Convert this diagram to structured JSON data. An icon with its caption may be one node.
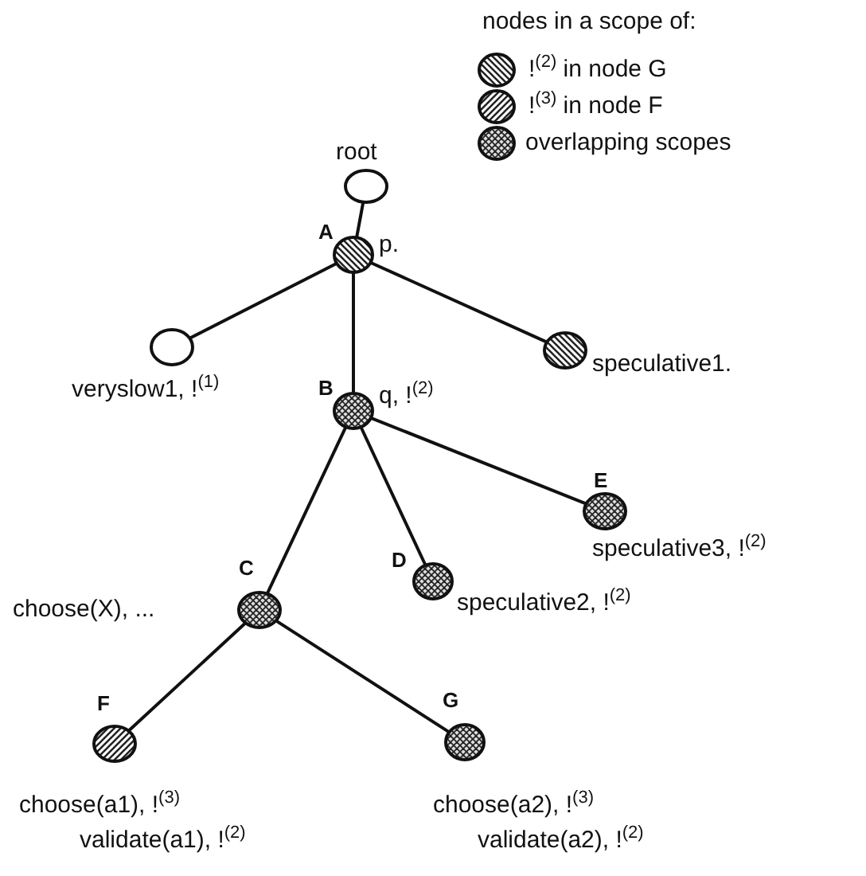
{
  "diagram": {
    "nodes": [
      {
        "text": [],
        "shape": "circle",
        "beside": [
          "root"
        ]
      },
      {
        "text": [],
        "shape": "circle",
        "beside": [
          "A",
          "p."
        ]
      },
      {
        "text": [],
        "shape": "circle",
        "beside": [
          "veryslow1, !$^{(1)}$"
        ]
      },
      {
        "text": [],
        "shape": "circle",
        "beside": [
          "speculative1."
        ]
      },
      {
        "text": [],
        "shape": "circle",
        "beside": [
          "B",
          "q, !$^{(2)}$"
        ]
      },
      {
        "text": [],
        "shape": "circle",
        "beside": [
          "E",
          "speculative3, !$^{(2)}$"
        ]
      },
      {
        "text": [],
        "shape": "circle",
        "beside": [
          "D",
          "speculative2, !$^{(2)}$"
        ]
      },
      {
        "text": [],
        "shape": "circle",
        "beside": [
          "C",
          "choose(X), ..."
        ]
      },
      {
        "text": [],
        "shape": "circle",
        "beside": [
          "F",
          "choose(a1), !$^{(3)}$",
          "validate(a1), !$^{(2)}$"
        ]
      },
      {
        "text": [],
        "shape": "circle",
        "beside": [
          "G",
          "choose(a2), !$^{(3)}$",
          "validate(a2), !$^{(2)}$"
        ]
      }
    ],
    "edges": [
      {
        "from": 0,
        "to": 1,
        "arrow": "none"
      },
      {
        "from": 1,
        "to": 2,
        "arrow": "none"
      },
      {
        "from": 1,
        "to": 3,
        "arrow": "none"
      },
      {
        "from": 1,
        "to": 4,
        "arrow": "none"
      },
      {
        "from": 4,
        "to": 7,
        "arrow": "none"
      },
      {
        "from": 4,
        "to": 6,
        "arrow": "none"
      },
      {
        "from": 4,
        "to": 5,
        "arrow": "none"
      },
      {
        "from": 7,
        "to": 8,
        "arrow": "none"
      },
      {
        "from": 7,
        "to": 9,
        "arrow": "none"
      }
    ],
    "labels": [
      "nodes in a scope of:"
    ],
    "legend": [
      {
        "text": "!$^{(2)}$ in node G"
      },
      {
        "text": "!$^{(3)}$ in node F"
      },
      {
        "text": "overlapping scopes"
      }
    ]
  }
}
